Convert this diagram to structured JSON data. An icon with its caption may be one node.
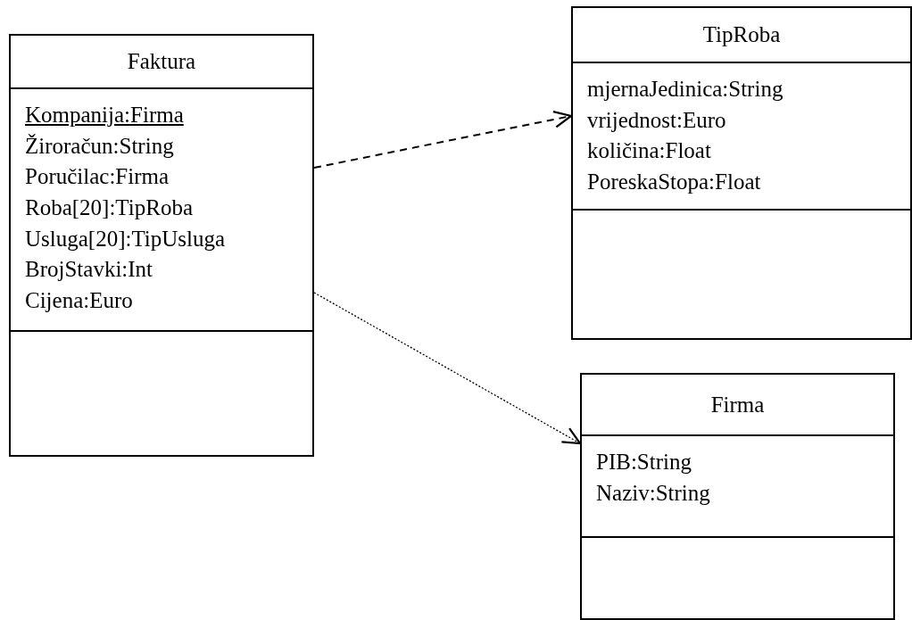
{
  "diagram": {
    "nodes": [
      {
        "text": [
          "Faktura",
          "Kompanija:Firma",
          "Žiroračun:String",
          "Poručilac:Firma",
          "Roba[20]:TipRoba",
          "Usluga[20]:TipUsluga",
          "BrojStavki:Int",
          "Cijena:Euro"
        ]
      },
      {
        "text": [
          "TipRoba",
          "mjernaJedinica:String",
          "vrijednost:Euro",
          "količina:Float",
          "PoreskaStopa:Float"
        ]
      },
      {
        "text": [
          "Firma",
          "PIB:String",
          "Naziv:String"
        ]
      }
    ],
    "edges": [
      {
        "from": 0,
        "to": 1,
        "arrow": "to",
        "style": "dashed"
      },
      {
        "from": 0,
        "to": 2,
        "arrow": "to",
        "style": "dashed"
      }
    ]
  }
}
